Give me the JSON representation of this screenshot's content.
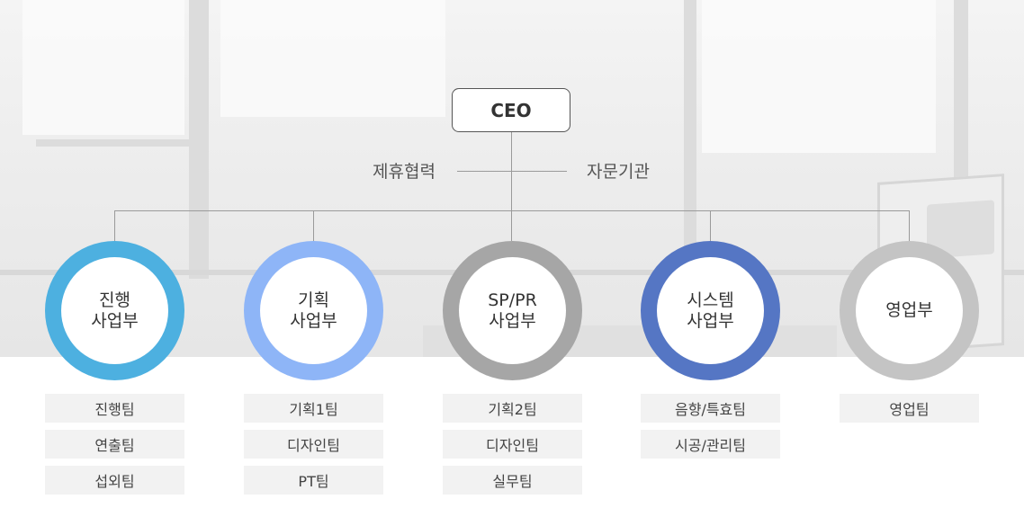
{
  "ceo": "CEO",
  "left_label": "제휴협력",
  "right_label": "자문기관",
  "colors": {
    "dept1": "#4db0e0",
    "dept2": "#8eb5f7",
    "dept3": "#a6a6a6",
    "dept4": "#5576c4",
    "dept5": "#c4c4c4"
  },
  "departments": [
    {
      "line1": "진행",
      "line2": "사업부",
      "teams": [
        "진행팀",
        "연출팀",
        "섭외팀"
      ]
    },
    {
      "line1": "기획",
      "line2": "사업부",
      "teams": [
        "기획1팀",
        "디자인팀",
        "PT팀"
      ]
    },
    {
      "line1": "SP/PR",
      "line2": "사업부",
      "teams": [
        "기획2팀",
        "디자인팀",
        "실무팀"
      ]
    },
    {
      "line1": "시스템",
      "line2": "사업부",
      "teams": [
        "음향/특효팀",
        "시공/관리팀"
      ]
    },
    {
      "line1": "영업부",
      "line2": "",
      "teams": [
        "영업팀"
      ]
    }
  ]
}
